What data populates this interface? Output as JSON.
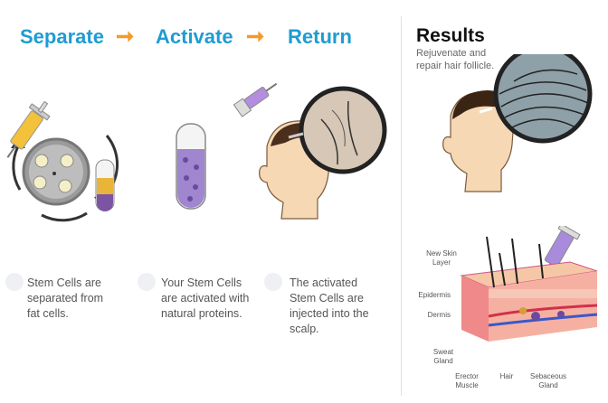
{
  "steps": [
    {
      "title": "Separate",
      "description": "Stem Cells are separated from fat cells."
    },
    {
      "title": "Activate",
      "description": "Your Stem Cells are activated with natural proteins."
    },
    {
      "title": "Return",
      "description": "The activated Stem Cells are injected into the scalp."
    }
  ],
  "results": {
    "title": "Results",
    "description": "Rejuvenate and repair hair follicle."
  },
  "skin_labels": {
    "new_skin_layer": "New Skin Layer",
    "epidermis": "Epidermis",
    "dermis": "Dermis",
    "sweat_gland": "Sweat Gland",
    "erector_muscle": "Erector Muscle",
    "hair": "Hair",
    "sebaceous_gland": "Sebaceous Gland"
  },
  "colors": {
    "step_title": "#1e9cd3",
    "arrow": "#f39a2a",
    "results_title": "#111111"
  },
  "icons": [
    "arrow-right-icon",
    "arrow-right-icon"
  ]
}
